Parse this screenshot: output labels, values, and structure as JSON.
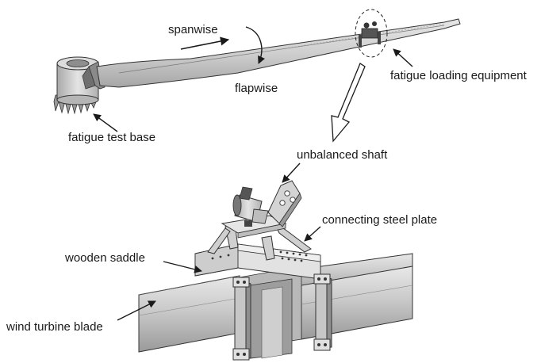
{
  "labels": {
    "spanwise": "spanwise",
    "flapwise": "flapwise",
    "fatigue_loading_equipment": "fatigue loading equipment",
    "fatigue_test_base": "fatigue test base",
    "unbalanced_shaft": "unbalanced shaft",
    "connecting_steel_plate": "connecting steel plate",
    "wooden_saddle": "wooden saddle",
    "wind_turbine_blade": "wind turbine blade"
  },
  "colors": {
    "metal_light": "#d9d9d9",
    "metal_mid": "#bdbdbd",
    "metal_dark": "#8a8a8a",
    "outline": "#3a3a3a",
    "text": "#1a1a1a"
  }
}
